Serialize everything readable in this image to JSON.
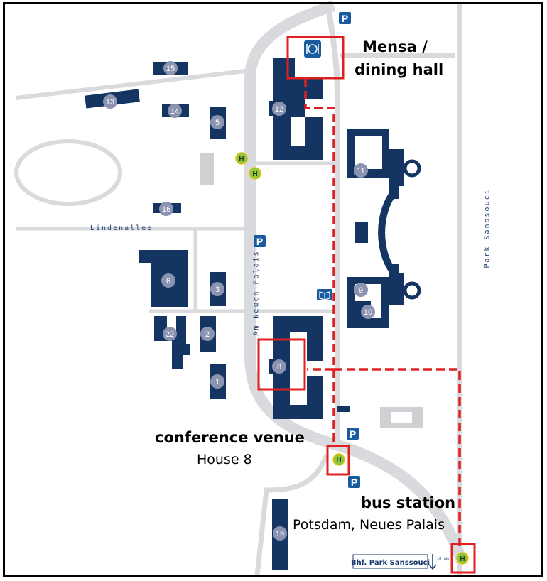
{
  "colors": {
    "building": "#143462",
    "road": "#d9dadd",
    "route": "#e02020",
    "badge": "#8a93b0",
    "stop": "#8dc63f",
    "frame": "#000000"
  },
  "labels": {
    "mensa_line1": "Mensa /",
    "mensa_line2": "dining hall",
    "venue_title": "conference venue",
    "venue_sub": "House 8",
    "bus_title": "bus station",
    "bus_sub": "Potsdam, Neues Palais",
    "bhf_sign": "Bhf. Park Sanssouci",
    "bhf_note": "10 min"
  },
  "streets": {
    "lindenallee": "Lindenallee",
    "neuen_palais": "Am Neuen Palais",
    "park_sanssouci": "Park Sanssouci"
  },
  "buildings": {
    "b1": "1",
    "b2": "2",
    "b3": "3",
    "b5": "5",
    "b6": "6",
    "b8": "8",
    "b9": "9",
    "b10": "10",
    "b11": "11",
    "b12": "12",
    "b13": "13",
    "b14": "14",
    "b15": "15",
    "b16": "16",
    "b19": "19",
    "b22": "22"
  },
  "icons": {
    "parking": "P",
    "bus_stop": "H",
    "dining": "fork-knife-plate-icon",
    "library": "book-icon"
  }
}
